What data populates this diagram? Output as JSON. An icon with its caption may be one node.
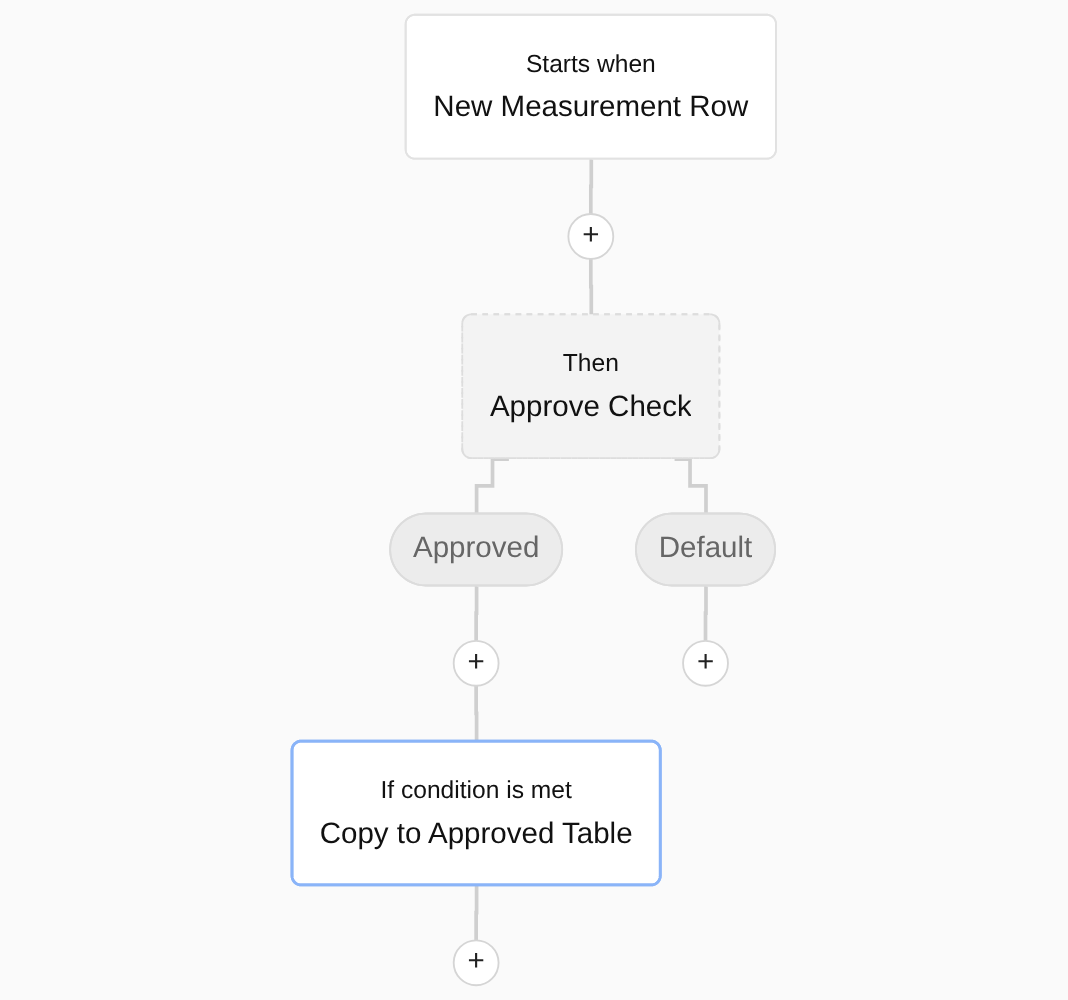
{
  "diagram": {
    "nodes": [
      {
        "text": [
          "Starts when",
          "New Measurement Row"
        ]
      },
      {
        "text": [
          "+"
        ]
      },
      {
        "text": [
          "Then",
          "Approve Check"
        ]
      },
      {
        "text": [
          "Approved"
        ]
      },
      {
        "text": [
          "Default"
        ]
      },
      {
        "text": [
          "+"
        ]
      },
      {
        "text": [
          "+"
        ]
      },
      {
        "text": [
          "If condition is met",
          "Copy to Approved Table"
        ]
      },
      {
        "text": [
          "+"
        ]
      }
    ],
    "edges": [
      {
        "from": 0,
        "to": 1,
        "arrow": "none"
      },
      {
        "from": 1,
        "to": 2,
        "arrow": "none"
      },
      {
        "from": 2,
        "to": 3,
        "arrow": "none"
      },
      {
        "from": 2,
        "to": 4,
        "arrow": "none"
      },
      {
        "from": 3,
        "to": 5,
        "arrow": "none"
      },
      {
        "from": 4,
        "to": 6,
        "arrow": "none"
      },
      {
        "from": 5,
        "to": 7,
        "arrow": "none"
      },
      {
        "from": 7,
        "to": 8,
        "arrow": "none"
      }
    ]
  }
}
